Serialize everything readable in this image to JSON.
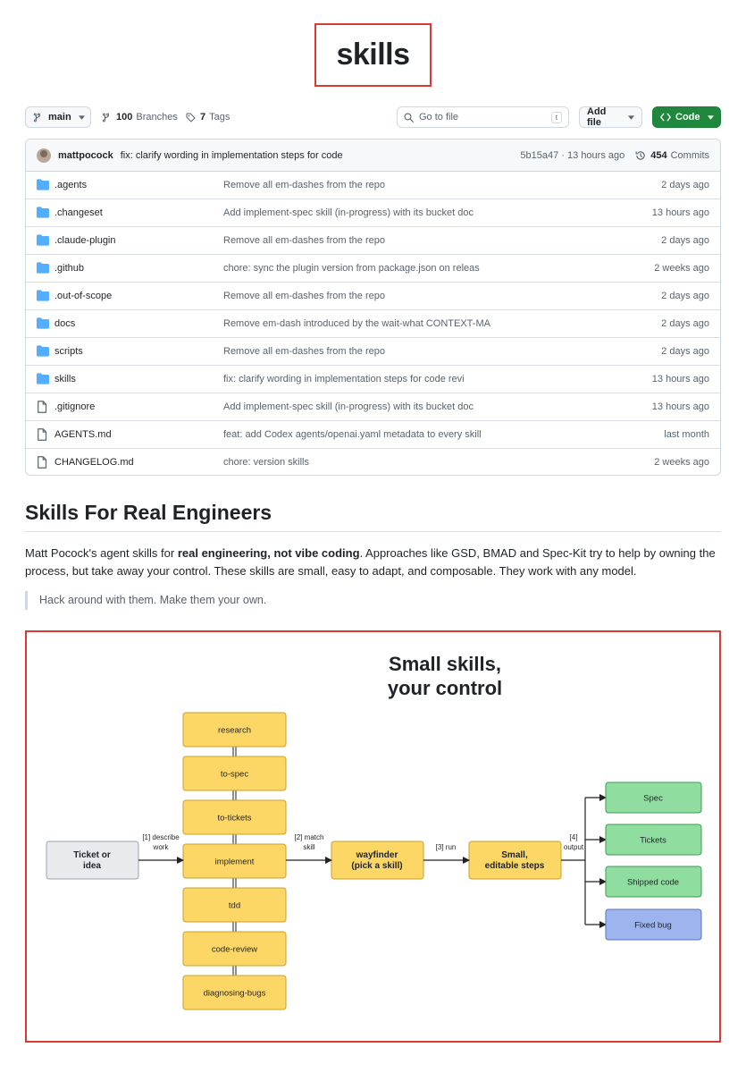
{
  "repo": {
    "title": "skills"
  },
  "toolbar": {
    "branch_label": "main",
    "branches_count": "100",
    "branches_label": "Branches",
    "tags_count": "7",
    "tags_label": "Tags",
    "search_placeholder": "Go to file",
    "search_shortcut": "t",
    "add_file_label": "Add file",
    "code_label": "Code"
  },
  "commit": {
    "author": "mattpocock",
    "message": "fix: clarify wording in implementation steps for code",
    "hash_time": "5b15a47 · 13 hours ago",
    "commits_count": "454",
    "commits_label": "Commits"
  },
  "files": [
    {
      "type": "folder",
      "name": ".agents",
      "message": "Remove all em-dashes from the repo",
      "time": "2 days ago"
    },
    {
      "type": "folder",
      "name": ".changeset",
      "message": "Add implement-spec skill (in-progress) with its bucket doc",
      "time": "13 hours ago"
    },
    {
      "type": "folder",
      "name": ".claude-plugin",
      "message": "Remove all em-dashes from the repo",
      "time": "2 days ago"
    },
    {
      "type": "folder",
      "name": ".github",
      "message": "chore: sync the plugin version from package.json on releas",
      "time": "2 weeks ago"
    },
    {
      "type": "folder",
      "name": ".out-of-scope",
      "message": "Remove all em-dashes from the repo",
      "time": "2 days ago"
    },
    {
      "type": "folder",
      "name": "docs",
      "message": "Remove em-dash introduced by the wait-what CONTEXT-MAP.md",
      "time": "2 days ago"
    },
    {
      "type": "folder",
      "name": "scripts",
      "message": "Remove all em-dashes from the repo",
      "time": "2 days ago"
    },
    {
      "type": "folder",
      "name": "skills",
      "message": "fix: clarify wording in implementation steps for code revi",
      "time": "13 hours ago"
    },
    {
      "type": "file",
      "name": ".gitignore",
      "message": "Add implement-spec skill (in-progress) with its bucket doc",
      "time": "13 hours ago"
    },
    {
      "type": "file",
      "name": "AGENTS.md",
      "message": "feat: add Codex agents/openai.yaml metadata to every skill",
      "time": "last month"
    },
    {
      "type": "file",
      "name": "CHANGELOG.md",
      "message": "chore: version skills",
      "time": "2 weeks ago"
    }
  ],
  "readme": {
    "title": "Skills For Real Engineers",
    "para_pre": "Matt Pocock's agent skills for ",
    "para_bold": "real engineering, not vibe coding",
    "para_post": ". Approaches like GSD, BMAD and Spec-Kit try to help by owning the process, but take away your control. These skills are small, easy to adapt, and composable. They work with any model.",
    "quote": "Hack around with them. Make them your own."
  },
  "diagram": {
    "title_line1": "Small skills,",
    "title_line2": "your control",
    "input_line1": "Ticket or",
    "input_line2": "idea",
    "skills": [
      "research",
      "to-spec",
      "to-tickets",
      "implement",
      "tdd",
      "code-review",
      "diagnosing-bugs"
    ],
    "edge1_line1": "[1] describe",
    "edge1_line2": "work",
    "edge2_line1": "[2] match",
    "edge2_line2": "skill",
    "edge3": "[3] run",
    "edge4_line1": "[4]",
    "edge4_line2": "output",
    "wayfinder_line1": "wayfinder",
    "wayfinder_line2": "(pick a skill)",
    "steps_line1": "Small,",
    "steps_line2": "editable steps",
    "outputs": [
      "Spec",
      "Tickets",
      "Shipped code",
      "Fixed bug"
    ],
    "colors": {
      "skill_fill": "#fcd766",
      "skill_stroke": "#c9a227",
      "input_fill": "#e8eaee",
      "green_fill": "#8fdea0",
      "green_stroke": "#3f9a55",
      "blue_fill": "#9db4ef",
      "blue_stroke": "#5a72b8"
    }
  }
}
